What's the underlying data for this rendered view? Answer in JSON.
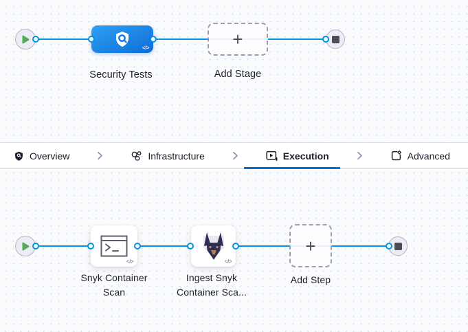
{
  "theme": {
    "canvas_bg": "#fafbfd",
    "dot_color": "#d6dce9",
    "connector_blue": "#0092e4",
    "accent_blue": "#0b6fd0",
    "stage_card_gradient": [
      "#30a0f4",
      "#0c6dd6"
    ],
    "label_color": "#1f2128"
  },
  "glyphs": {
    "plus": "+",
    "code": "</>"
  },
  "stage_pipeline": {
    "start_icon": "play-icon",
    "end_icon": "stop-icon",
    "stage": {
      "label": "Security Tests",
      "icon": "shield-scan-icon"
    },
    "add_stage_label": "Add Stage"
  },
  "tabs": {
    "items": [
      {
        "label": "Overview",
        "icon": "shield-icon",
        "active": false
      },
      {
        "label": "Infrastructure",
        "icon": "cluster-icon",
        "active": false
      },
      {
        "label": "Execution",
        "icon": "execution-play-icon",
        "active": true
      },
      {
        "label": "Advanced",
        "icon": "page-gear-icon",
        "active": false
      }
    ],
    "separator_icon": "chevron-right-icon"
  },
  "step_pipeline": {
    "start_icon": "play-icon",
    "end_icon": "stop-icon",
    "steps": [
      {
        "lines": [
          "Snyk Container",
          "Scan"
        ],
        "icon": "terminal-icon"
      },
      {
        "lines": [
          "Ingest Snyk",
          "Container Sca..."
        ],
        "icon": "snyk-doberman-icon"
      }
    ],
    "add_step_label": "Add Step"
  }
}
